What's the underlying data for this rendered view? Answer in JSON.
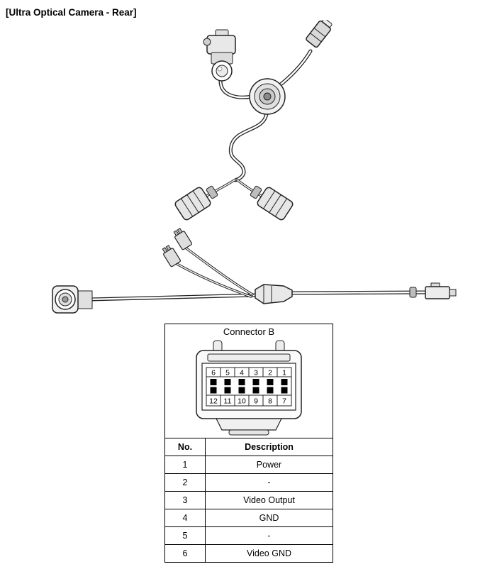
{
  "page": {
    "title": "[Ultra Optical Camera - Rear]"
  },
  "connector": {
    "title": "Connector B",
    "pins_top": [
      "6",
      "5",
      "4",
      "3",
      "2",
      "1"
    ],
    "pins_bottom": [
      "12",
      "11",
      "10",
      "9",
      "8",
      "7"
    ]
  },
  "table": {
    "headers": [
      "No.",
      "Description"
    ],
    "rows": [
      {
        "no": "1",
        "description": "Power"
      },
      {
        "no": "2",
        "description": "-"
      },
      {
        "no": "3",
        "description": "Video Output"
      },
      {
        "no": "4",
        "description": "GND"
      },
      {
        "no": "5",
        "description": "-"
      },
      {
        "no": "6",
        "description": "Video GND"
      }
    ]
  }
}
